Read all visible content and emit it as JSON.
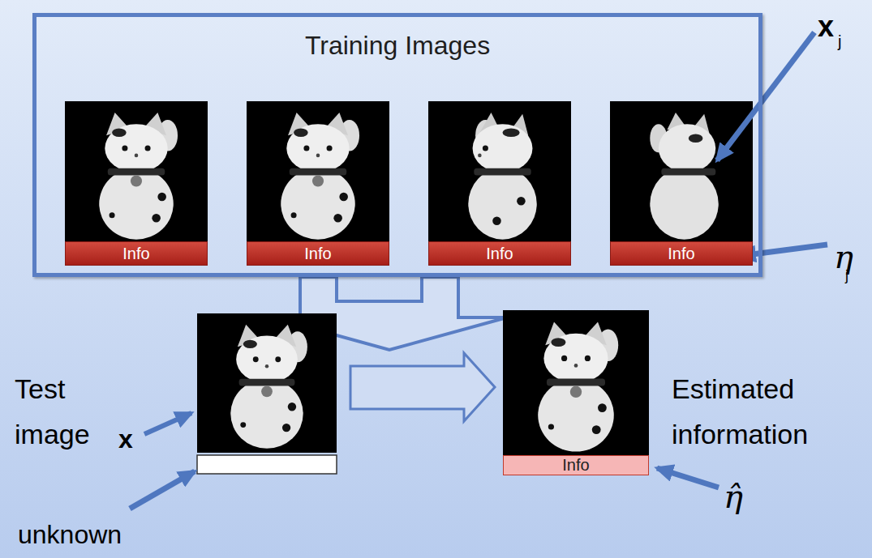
{
  "diagram": {
    "nodes": [
      {
        "text": [
          "Training Images"
        ]
      },
      {
        "text": [
          "Info"
        ],
        "in": 0
      },
      {
        "text": [
          "Info"
        ],
        "in": 0
      },
      {
        "text": [
          "Info"
        ],
        "in": 0
      },
      {
        "text": [
          "Info"
        ],
        "in": 0
      },
      {
        "text": [
          "Info"
        ]
      }
    ],
    "labels": [
      "x",
      "j",
      "η",
      "j",
      "Test image",
      "x",
      "Estimated information",
      "unknown",
      "η̂"
    ]
  }
}
